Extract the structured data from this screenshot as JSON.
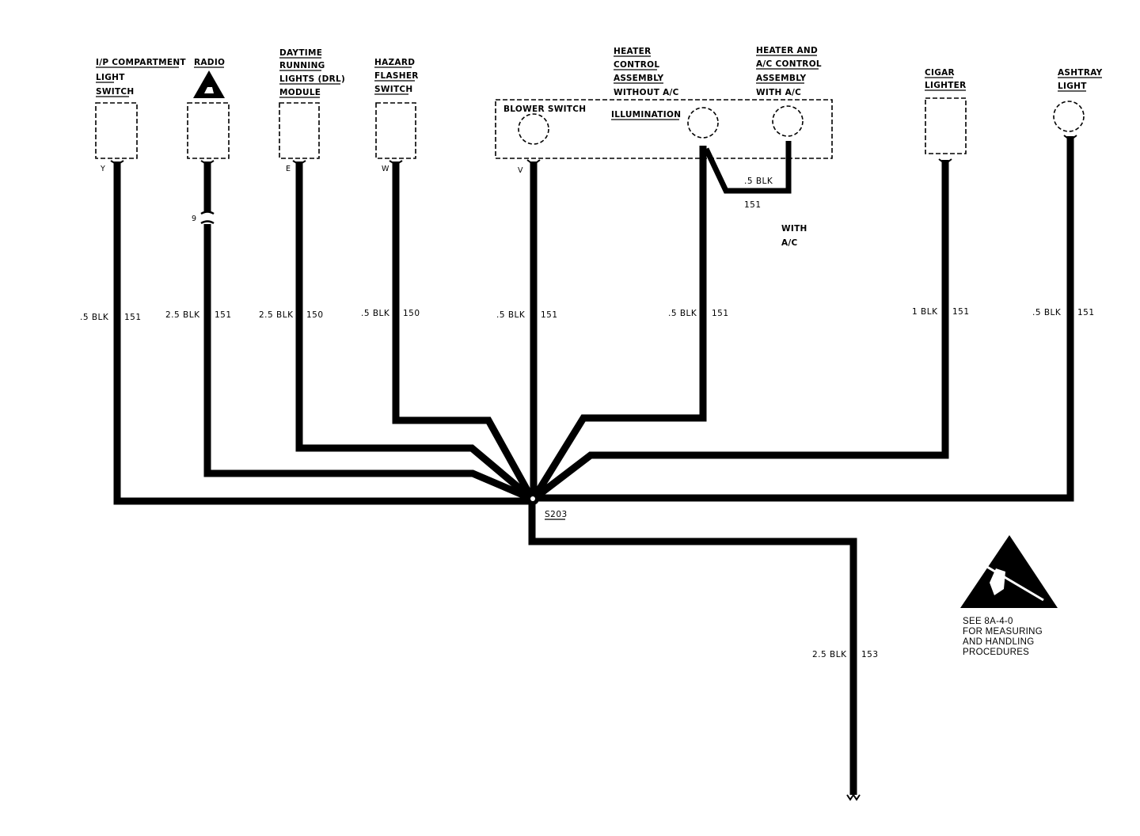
{
  "components": {
    "ip_compartment": [
      "I/P COMPARTMENT",
      "LIGHT",
      "SWITCH"
    ],
    "radio": [
      "RADIO"
    ],
    "drl_module": [
      "DAYTIME",
      "RUNNING",
      "LIGHTS (DRL)",
      "MODULE"
    ],
    "hazard": [
      "HAZARD",
      "FLASHER",
      "SWITCH"
    ],
    "heater_no_ac": [
      "HEATER",
      "CONTROL",
      "ASSEMBLY",
      "WITHOUT A/C"
    ],
    "heater_ac": [
      "HEATER AND",
      "A/C CONTROL",
      "ASSEMBLY",
      "WITH A/C"
    ],
    "cigar": [
      "CIGAR",
      "LIGHTER"
    ],
    "ashtray": [
      "ASHTRAY",
      "LIGHT"
    ],
    "blower_switch": "BLOWER SWITCH",
    "illumination": "ILLUMINATION"
  },
  "pins": {
    "ip_compartment": "Y",
    "radio_connector": "9",
    "drl_module": "E",
    "hazard": "W",
    "blower": "V"
  },
  "wires": {
    "ip_compartment": {
      "gauge": ".5 BLK",
      "circuit": "151"
    },
    "radio": {
      "gauge": "2.5 BLK",
      "circuit": "151"
    },
    "drl": {
      "gauge": "2.5 BLK",
      "circuit": "150"
    },
    "hazard": {
      "gauge": ".5 BLK",
      "circuit": "150"
    },
    "blower": {
      "gauge": ".5 BLK",
      "circuit": "151"
    },
    "heater": {
      "gauge": ".5 BLK",
      "circuit": "151"
    },
    "cigar": {
      "gauge": "1 BLK",
      "circuit": "151"
    },
    "ashtray": {
      "gauge": ".5 BLK",
      "circuit": "151"
    },
    "ac_jumper": {
      "gauge": ".5 BLK",
      "circuit": "151"
    },
    "ground": {
      "gauge": "2.5 BLK",
      "circuit": "153"
    }
  },
  "with_ac": [
    "WITH",
    "A/C"
  ],
  "splice": "S203",
  "esd_note": [
    "SEE 8A-4-0",
    "FOR MEASURING",
    "AND HANDLING",
    "PROCEDURES"
  ],
  "icons": [
    "esd-warning-icon"
  ]
}
